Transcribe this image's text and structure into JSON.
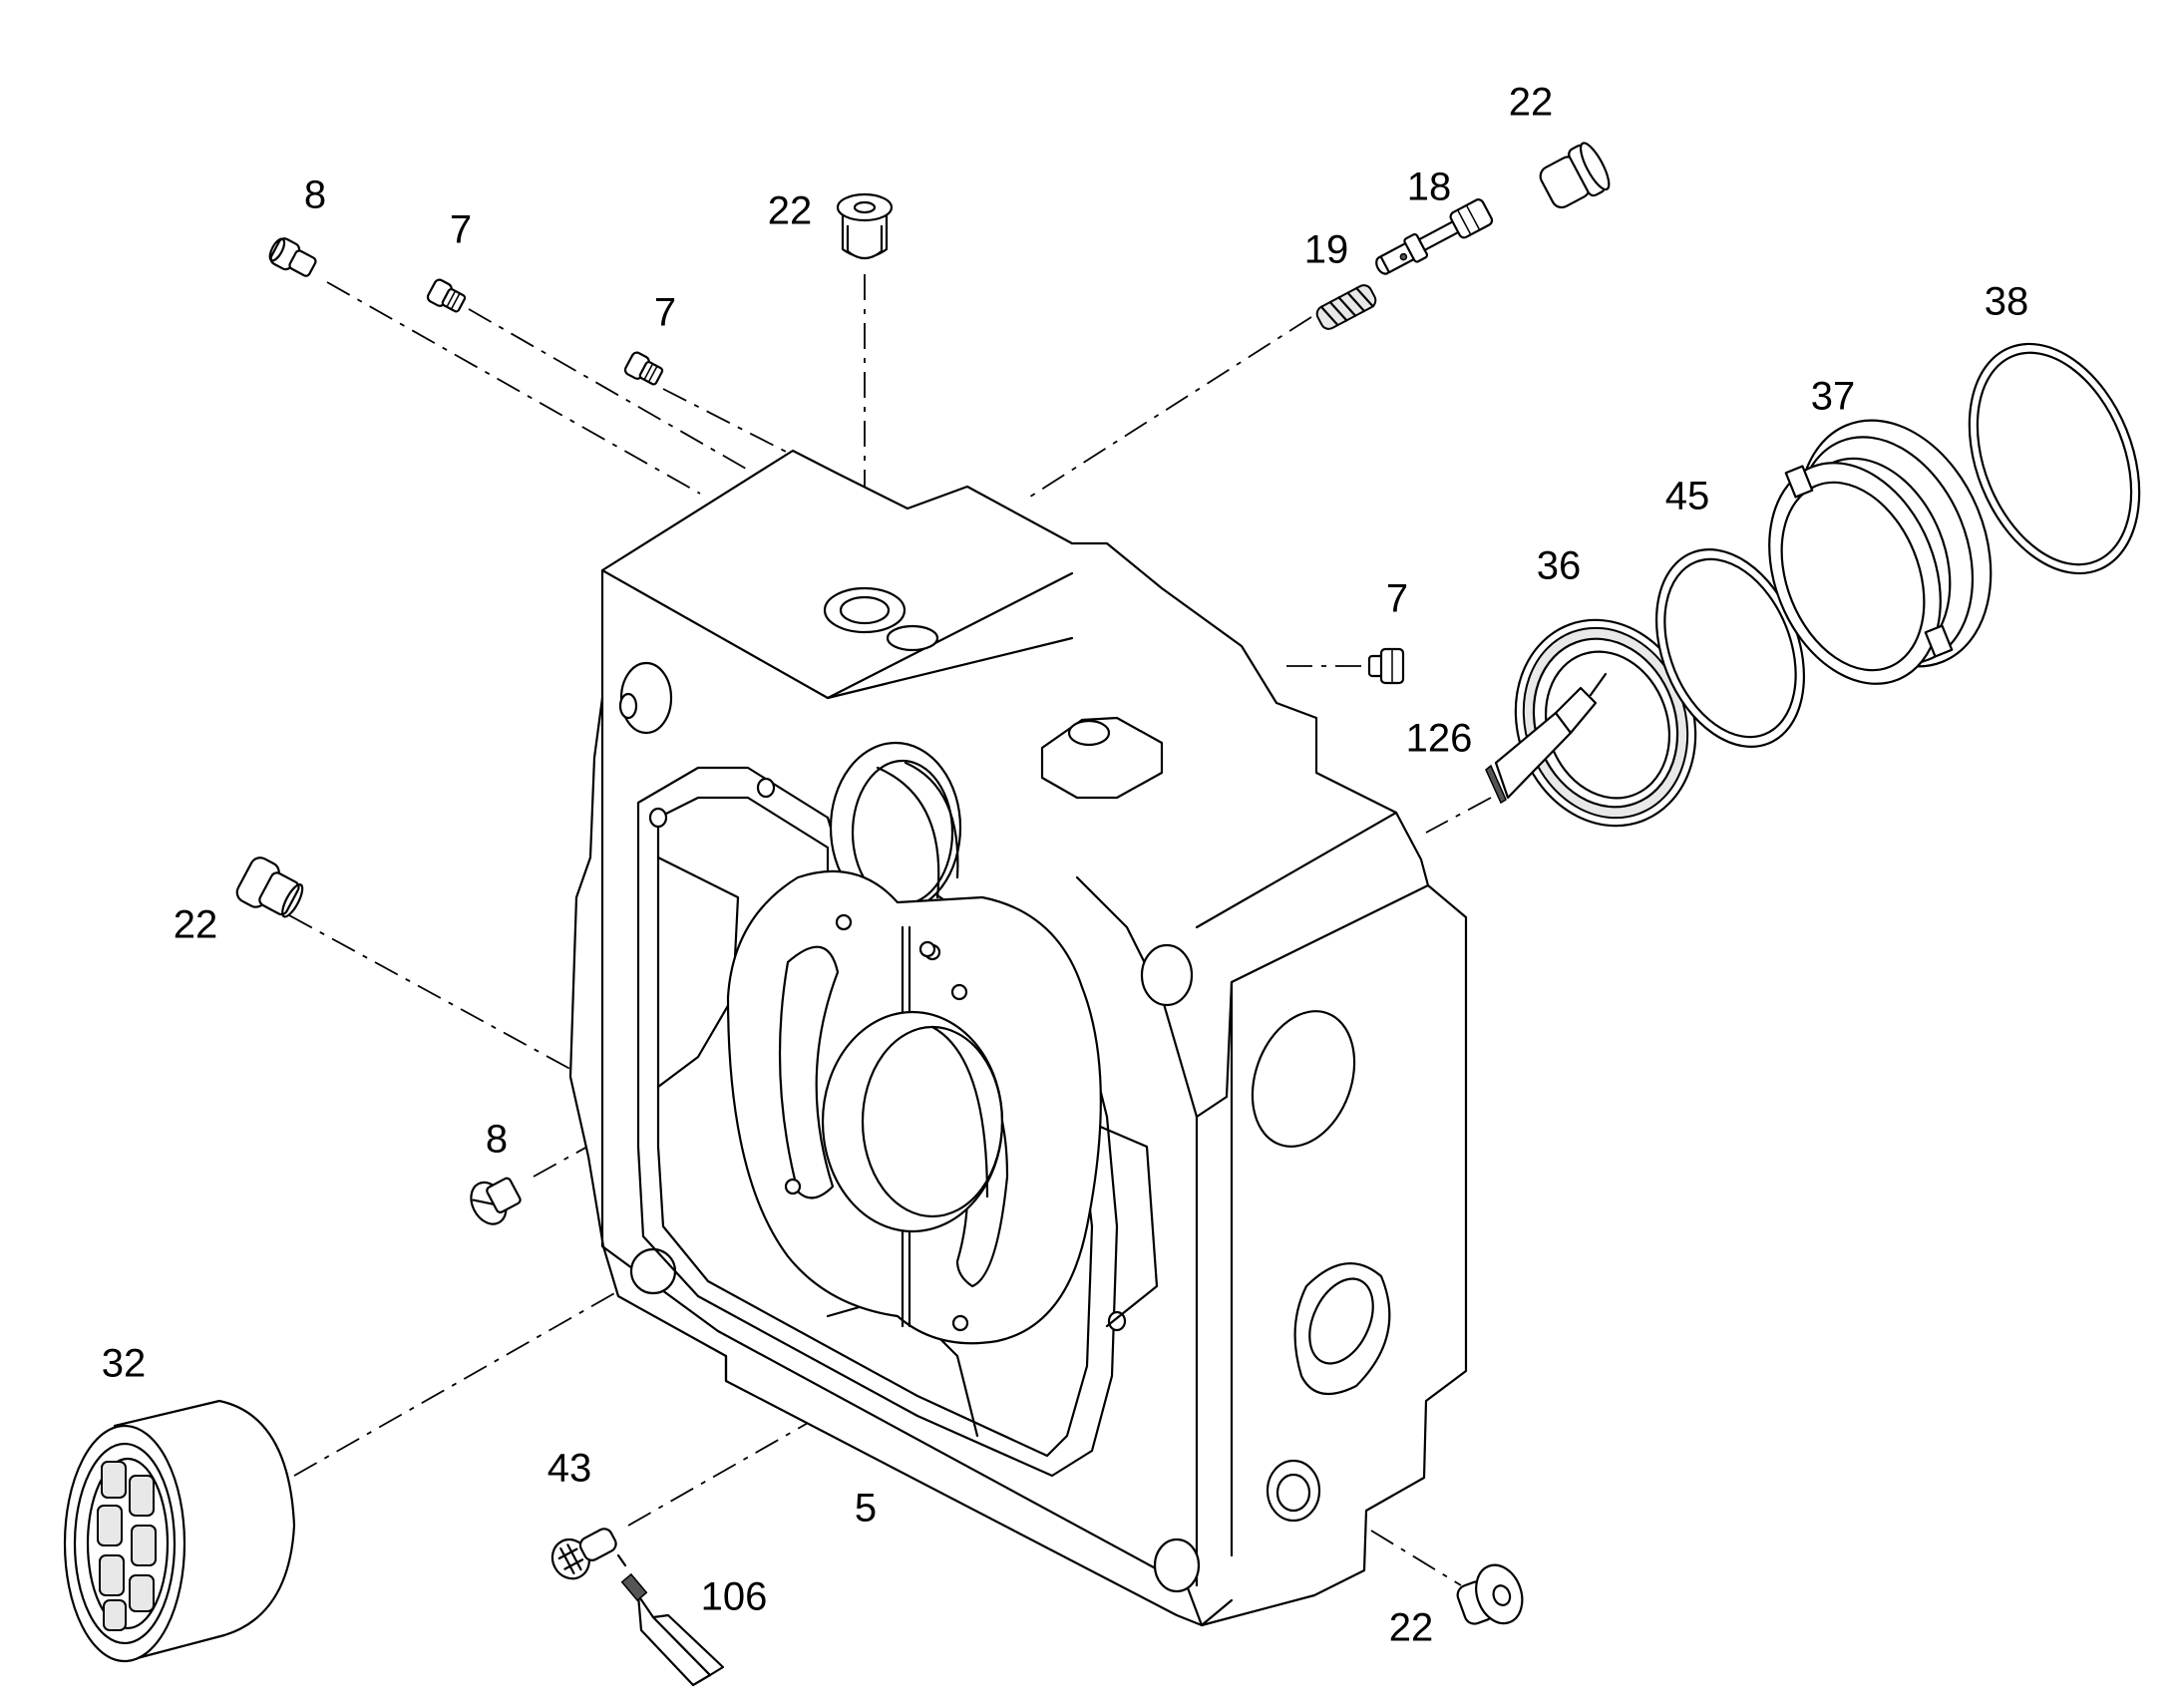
{
  "diagram": {
    "callouts": [
      {
        "id": "c-8-top",
        "text": "8"
      },
      {
        "id": "c-7-a",
        "text": "7"
      },
      {
        "id": "c-7-b",
        "text": "7"
      },
      {
        "id": "c-22-top",
        "text": "22"
      },
      {
        "id": "c-19",
        "text": "19"
      },
      {
        "id": "c-18",
        "text": "18"
      },
      {
        "id": "c-22-topright",
        "text": "22"
      },
      {
        "id": "c-38",
        "text": "38"
      },
      {
        "id": "c-37",
        "text": "37"
      },
      {
        "id": "c-45",
        "text": "45"
      },
      {
        "id": "c-36",
        "text": "36"
      },
      {
        "id": "c-7-right",
        "text": "7"
      },
      {
        "id": "c-126",
        "text": "126"
      },
      {
        "id": "c-22-left",
        "text": "22"
      },
      {
        "id": "c-8-mid",
        "text": "8"
      },
      {
        "id": "c-32",
        "text": "32"
      },
      {
        "id": "c-43",
        "text": "43"
      },
      {
        "id": "c-5",
        "text": "5"
      },
      {
        "id": "c-106",
        "text": "106"
      },
      {
        "id": "c-22-bottom",
        "text": "22"
      }
    ]
  }
}
